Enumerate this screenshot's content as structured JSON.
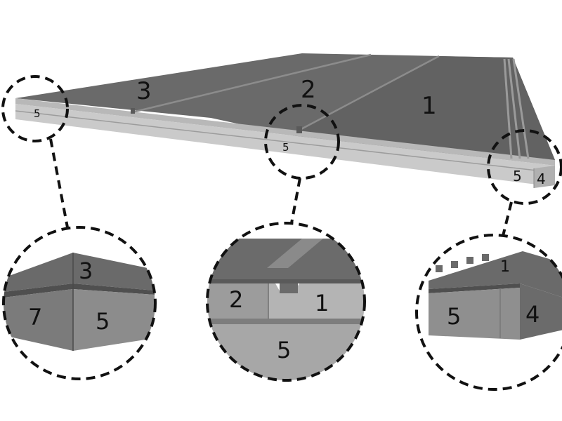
{
  "colors": {
    "background": "#ffffff",
    "top_face": "#6b6b6b",
    "top_face_dark": "#5c5c5c",
    "edge_face": "#c9c9c9",
    "edge_shadow": "#a9a9a9",
    "joint_line": "#8e8e8e",
    "outline": "#111111"
  },
  "main_view": {
    "panel_labels": {
      "p3": "3",
      "p2": "2",
      "p1": "1"
    },
    "edge_labels": {
      "left": "5",
      "center": "5",
      "right_5": "5",
      "right_4": "4"
    }
  },
  "detail_left": {
    "top": "3",
    "side_left": "7",
    "side_right": "5"
  },
  "detail_center": {
    "left": "2",
    "right": "1",
    "bottom": "5"
  },
  "detail_right": {
    "top": "1",
    "front": "5",
    "side": "4"
  }
}
